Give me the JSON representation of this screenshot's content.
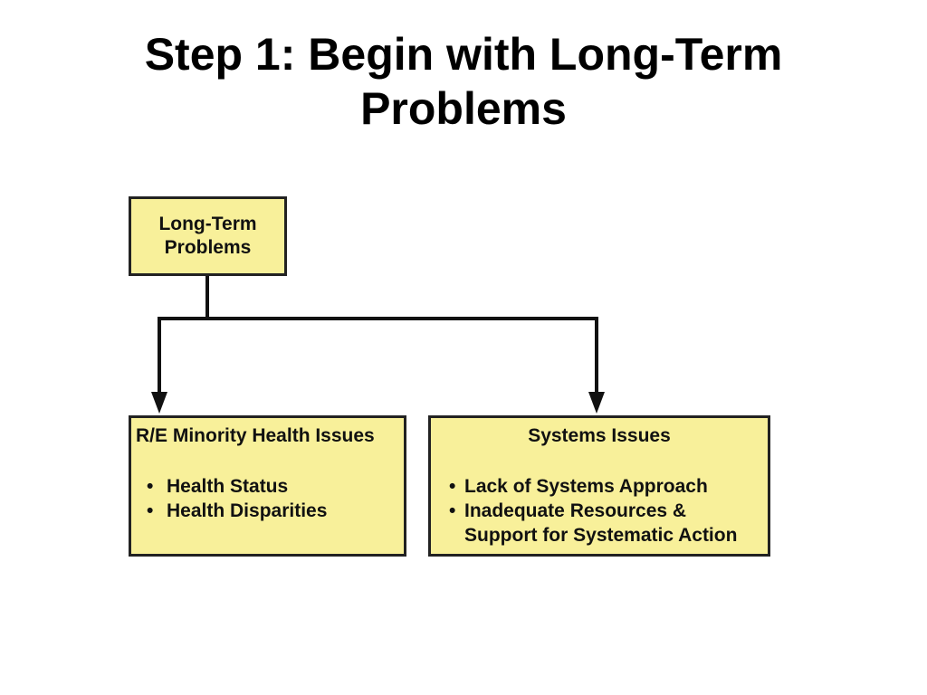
{
  "slide": {
    "title_line1": "Step 1: Begin with Long-Term",
    "title_line2": "Problems"
  },
  "diagram": {
    "root": {
      "line1": "Long-Term",
      "line2": "Problems"
    },
    "left_box": {
      "heading": "R/E Minority Health Issues",
      "items": [
        "Health Status",
        "Health Disparities"
      ]
    },
    "right_box": {
      "heading": "Systems Issues",
      "items": [
        "Lack of Systems Approach",
        "Inadequate Resources &",
        "Support for Systematic Action"
      ]
    },
    "colors": {
      "box_fill": "#f8f09a",
      "box_border": "#222222",
      "connector": "#111111"
    }
  }
}
